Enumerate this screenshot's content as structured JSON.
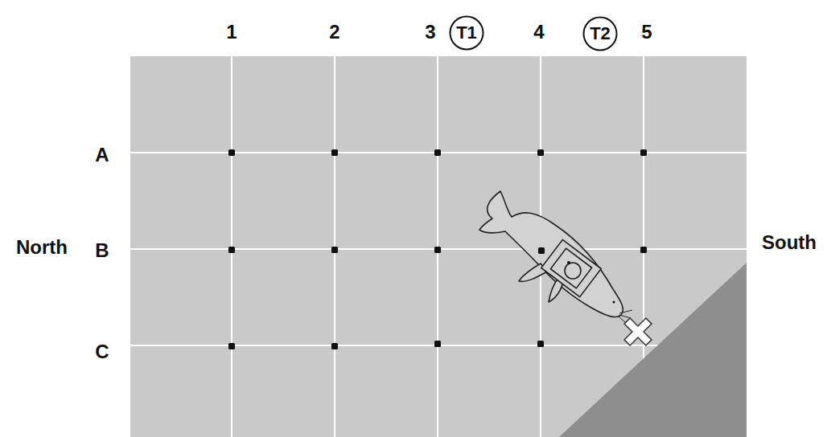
{
  "diagram": {
    "nodes": [
      {
        "text": [
          "T1"
        ]
      },
      {
        "text": [
          "T2"
        ]
      }
    ],
    "labels": [
      "1",
      "2",
      "3",
      "4",
      "5",
      "A",
      "B",
      "C",
      "North",
      "South"
    ]
  }
}
